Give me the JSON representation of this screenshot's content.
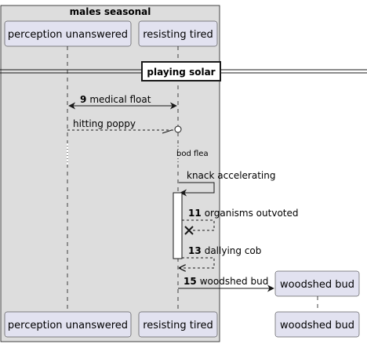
{
  "box": {
    "title": "males seasonal"
  },
  "participants": {
    "perception": "perception unanswered",
    "resisting": "resisting tired",
    "woodshed": "woodshed bud"
  },
  "divider": {
    "label": "playing solar"
  },
  "messages": [
    {
      "num": "9",
      "text": "medical float"
    },
    {
      "num": "",
      "text": "hitting poppy"
    },
    {
      "num": "",
      "text": "bod flea"
    },
    {
      "num": "",
      "text": "knack accelerating"
    },
    {
      "num": "11",
      "text": "organisms outvoted"
    },
    {
      "num": "13",
      "text": "dallying cob"
    },
    {
      "num": "15",
      "text": "woodshed bud"
    }
  ],
  "colors": {
    "box_fill": "#dddddd",
    "participant_fill": "#e2e2f0",
    "participant_stroke": "#181818",
    "line": "#181818"
  }
}
